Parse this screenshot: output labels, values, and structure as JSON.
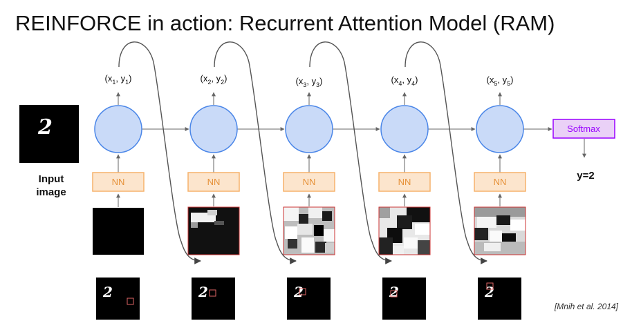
{
  "title": "REINFORCE in action: Recurrent Attention Model (RAM)",
  "input_label": {
    "line1": "Input",
    "line2": "image"
  },
  "output_label": "y=2",
  "softmax_label": "Softmax",
  "nn_label": "NN",
  "citation": "[Mnih et al. 2014]",
  "digit_glyph": "2",
  "locations": [
    {
      "base_x": "x",
      "sub_x": "1",
      "base_y": "y",
      "sub_y": "1"
    },
    {
      "base_x": "x",
      "sub_x": "2",
      "base_y": "y",
      "sub_y": "2"
    },
    {
      "base_x": "x",
      "sub_x": "3",
      "base_y": "y",
      "sub_y": "3"
    },
    {
      "base_x": "x",
      "sub_x": "4",
      "base_y": "y",
      "sub_y": "4"
    },
    {
      "base_x": "x",
      "sub_x": "5",
      "base_y": "y",
      "sub_y": "5"
    }
  ],
  "colors": {
    "rnn_fill": "#c9daf8",
    "rnn_stroke": "#4a86e8",
    "nn_fill": "#fce5cd",
    "nn_stroke": "#f6b26b",
    "nn_text": "#e69138",
    "softmax_fill": "#ead1f7",
    "softmax_stroke": "#9900ff",
    "softmax_text": "#9900ff",
    "arrow": "#666666",
    "curve": "#555555",
    "glimpse_box": "#e06666"
  }
}
